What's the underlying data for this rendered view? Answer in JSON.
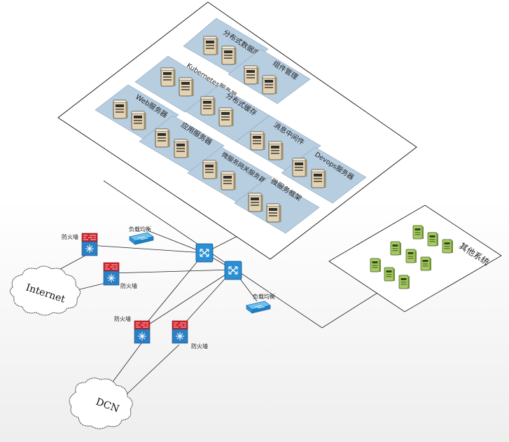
{
  "main_platform": {
    "zones": [
      {
        "id": "distributed_db",
        "label": "分布式数据库"
      },
      {
        "id": "kubernetes",
        "label": "Kubernetes服务器"
      },
      {
        "id": "component_mgmt",
        "label": "组件管理"
      },
      {
        "id": "web",
        "label": "Web服务器"
      },
      {
        "id": "distributed_cache",
        "label": "分布式缓存"
      },
      {
        "id": "app_server",
        "label": "应用服务器"
      },
      {
        "id": "message_middleware",
        "label": "消息中间件"
      },
      {
        "id": "ms_gateway",
        "label": "微服务网关服务器"
      },
      {
        "id": "devops",
        "label": "Devops服务器"
      },
      {
        "id": "ms_framework",
        "label": "微服务框架"
      }
    ]
  },
  "other_systems": {
    "label": "其他系统"
  },
  "network": {
    "firewall_label": "防火墙",
    "load_balancer_label": "负载均衡"
  },
  "clouds": {
    "internet": "Internet",
    "dcn": "DCN"
  },
  "colors": {
    "zone_fill": "#b7cde0",
    "server_body": "#d8c8a8",
    "server_dark": "#3a3a3a",
    "green_server": "#9bbf5a",
    "switch_blue": "#2b8fd6",
    "firewall_red": "#d2232a",
    "firewall_blue": "#2a7fc5",
    "lb_blue": "#2f95d8"
  }
}
